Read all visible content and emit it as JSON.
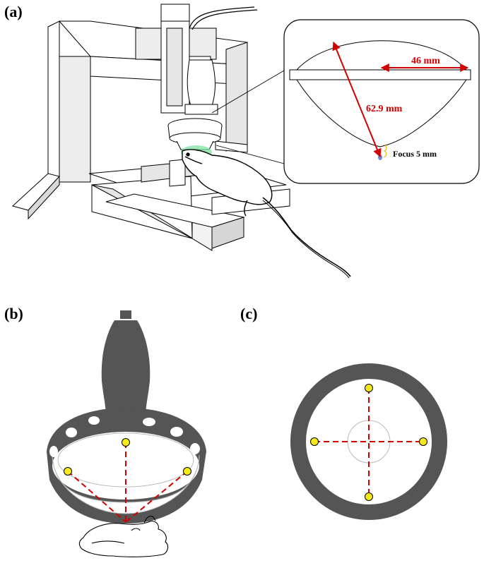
{
  "panels": {
    "a": {
      "label": "(a)"
    },
    "b": {
      "label": "(b)"
    },
    "c": {
      "label": "(c)"
    }
  },
  "inset": {
    "aperture_label": "46 mm",
    "radius_label": "62.9 mm",
    "focus_label": "Focus 5 mm"
  },
  "colors": {
    "annotation_red": "#d40000",
    "transducer_gray": "#555555",
    "marker_yellow": "#f7ea1a",
    "focal_green": "#7fe3a0"
  }
}
